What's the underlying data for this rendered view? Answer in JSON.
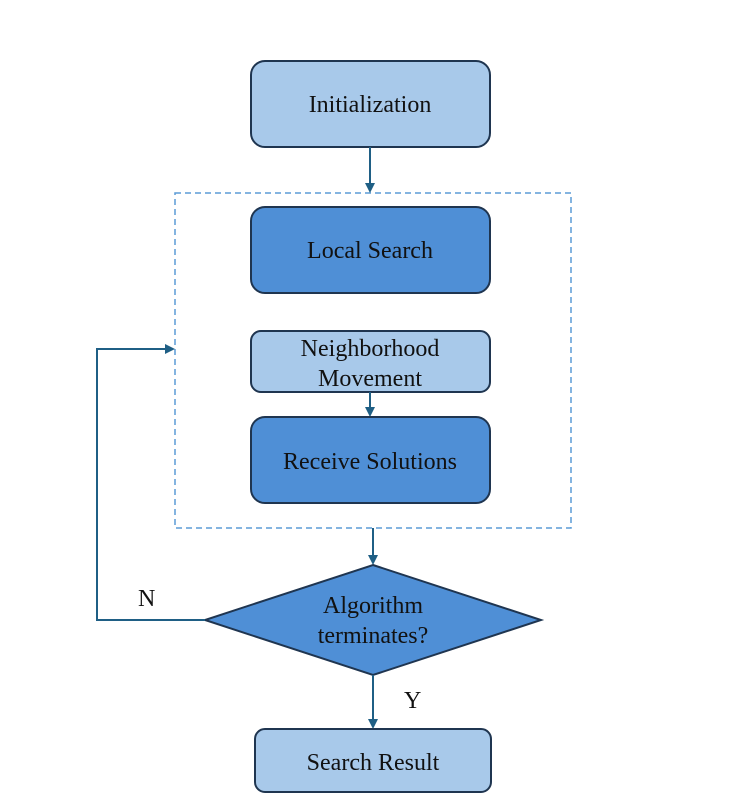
{
  "colors": {
    "light_box": "#a8c9ea",
    "dark_box": "#4f8fd6",
    "stroke": "#1f3550",
    "arrow": "#1f5f85",
    "dashed_frame": "#5b9bd5"
  },
  "nodes": {
    "initialization": {
      "label": "Initialization"
    },
    "local_search": {
      "label": "Local Search"
    },
    "neighborhood_movement": {
      "line1": "Neighborhood",
      "line2": "Movement"
    },
    "receive_solutions": {
      "label": "Receive Solutions"
    },
    "decision": {
      "line1": "Algorithm",
      "line2": "terminates?"
    },
    "search_result": {
      "label": "Search Result"
    }
  },
  "edges": {
    "no_label": "N",
    "yes_label": "Y"
  }
}
